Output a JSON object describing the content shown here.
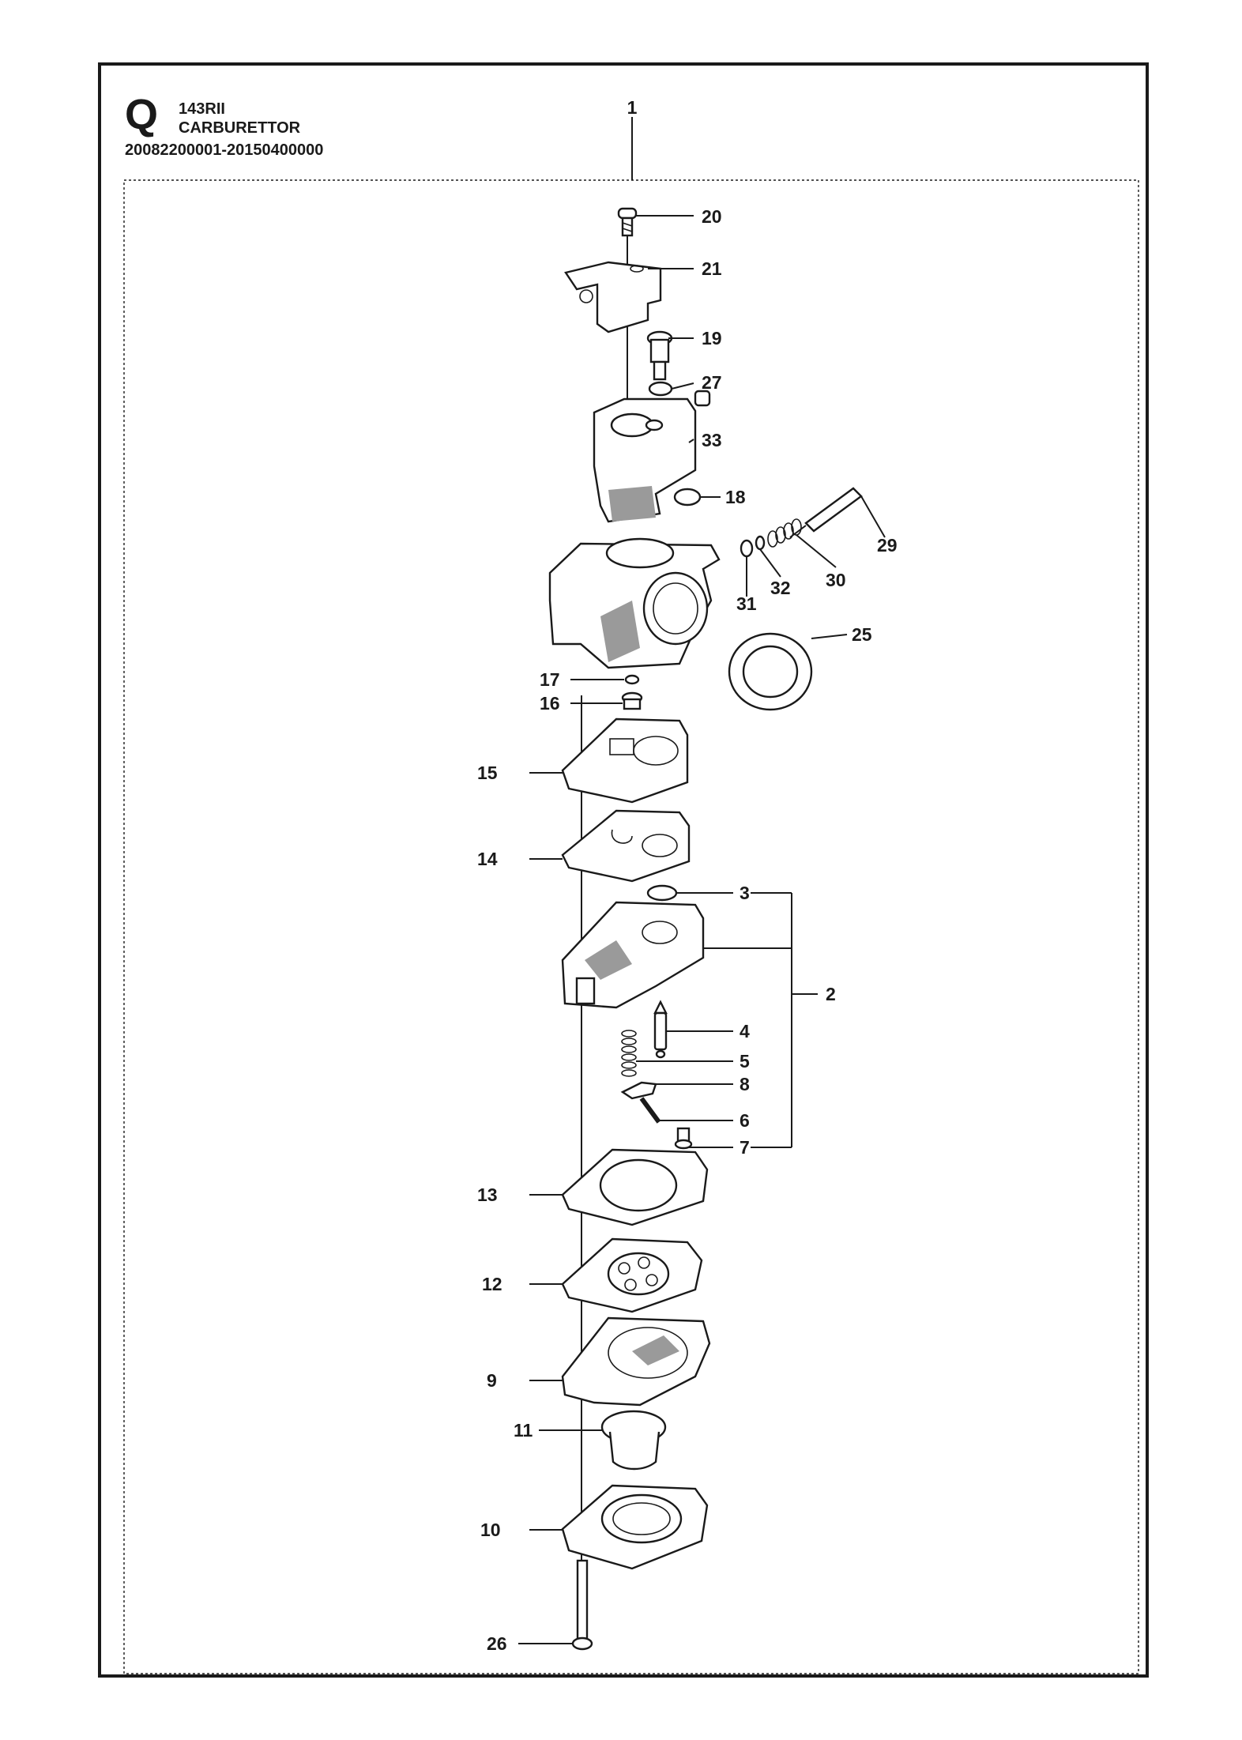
{
  "header": {
    "section_letter": "Q",
    "model": "143RII",
    "title": "CARBURETTOR",
    "serial_range": "20082200001-20150400000"
  },
  "callouts": {
    "c1": "1",
    "c2": "2",
    "c3": "3",
    "c4": "4",
    "c5": "5",
    "c6": "6",
    "c7": "7",
    "c8": "8",
    "c9": "9",
    "c10": "10",
    "c11": "11",
    "c12": "12",
    "c13": "13",
    "c14": "14",
    "c15": "15",
    "c16": "16",
    "c17": "17",
    "c18": "18",
    "c19": "19",
    "c20": "20",
    "c21": "21",
    "c25": "25",
    "c26": "26",
    "c27": "27",
    "c29": "29",
    "c30": "30",
    "c31": "31",
    "c32": "32",
    "c33": "33"
  },
  "colors": {
    "ink": "#1a1a1a",
    "paper": "#ffffff",
    "shade": "#9a9a9a"
  }
}
